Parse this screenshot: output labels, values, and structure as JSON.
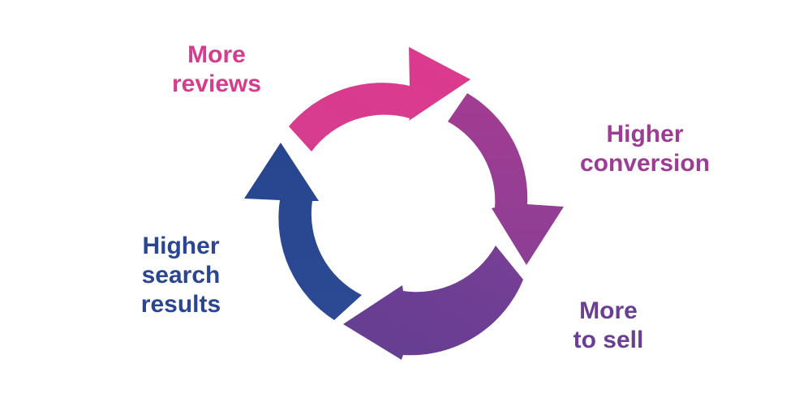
{
  "labels": [
    {
      "id": "more-reviews",
      "lines": [
        "More",
        "reviews"
      ],
      "color": "#d63c8e"
    },
    {
      "id": "higher-conversion",
      "lines": [
        "Higher",
        "conversion"
      ],
      "color": "#9c3c93"
    },
    {
      "id": "more-to-sell",
      "lines": [
        "More",
        "to sell"
      ],
      "color": "#6a3f93"
    },
    {
      "id": "higher-search-results",
      "lines": [
        "Higher",
        "search",
        "results"
      ],
      "color": "#2b4690"
    }
  ],
  "arrow_colors": {
    "top": [
      "#d63c8e",
      "#dc3a8d"
    ],
    "right": [
      "#a23c92",
      "#8c3f95"
    ],
    "bottom": [
      "#773f94",
      "#623e92"
    ],
    "left": [
      "#2c4a94",
      "#27468f"
    ]
  }
}
